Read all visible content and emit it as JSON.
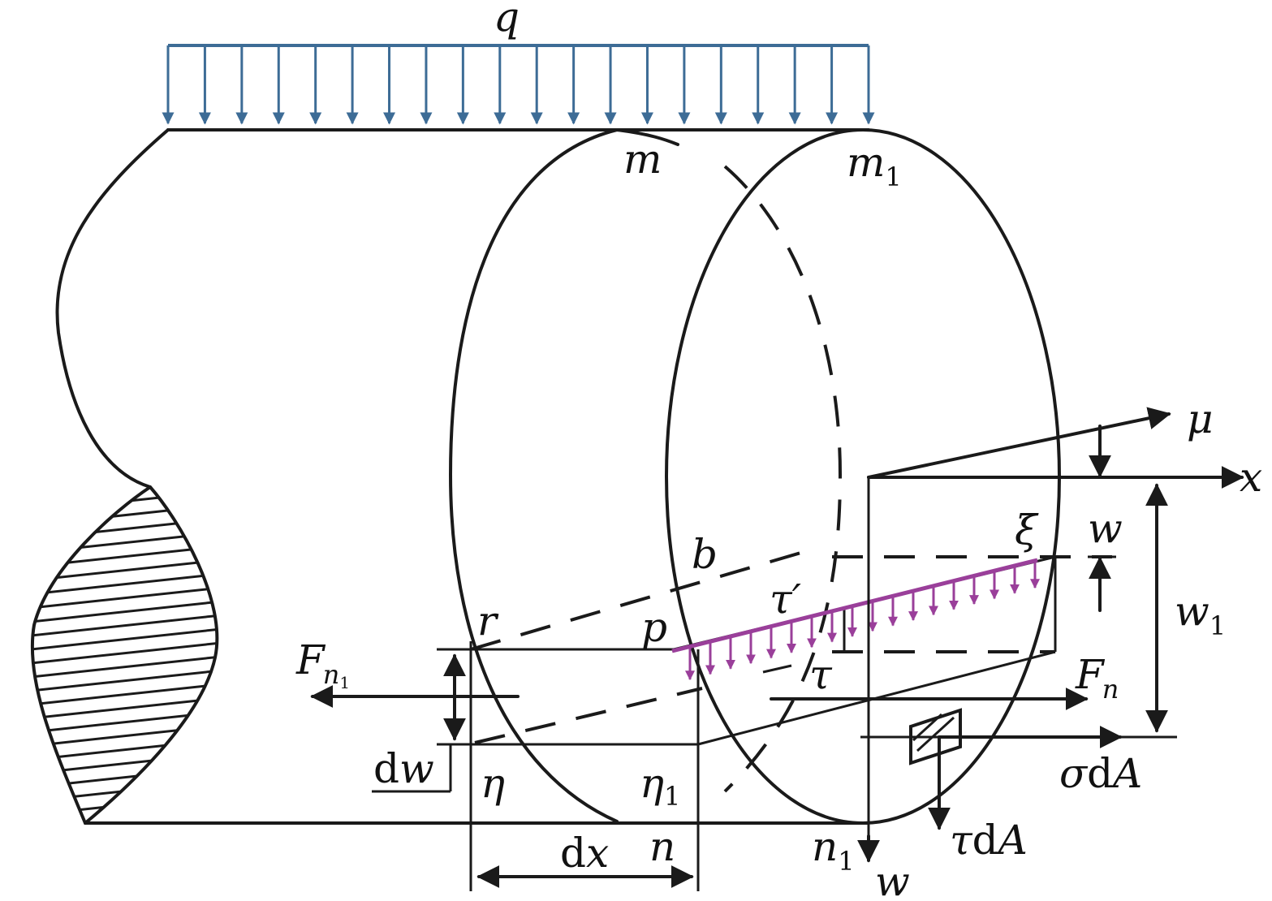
{
  "labels": {
    "q": "q",
    "m": "m",
    "m1_base": "m",
    "m1_sub": "1",
    "mu": "μ",
    "x": "x",
    "xi": "ξ",
    "w_top": "w",
    "b": "b",
    "tau_prime": "τ′",
    "w1_base": "w",
    "w1_sub": "1",
    "r": "r",
    "p": "p",
    "Fn1_base": "F",
    "Fn1_sub": "n",
    "Fn1_subsub": "1",
    "tau": "τ",
    "Fn_base": "F",
    "Fn_sub": "n",
    "dw_d": "d",
    "dw_w": "w",
    "eta": "η",
    "eta1_base": "η",
    "eta1_sub": "1",
    "sigma_dA_s": "σ",
    "sigma_dA_d": "d",
    "sigma_dA_A": "A",
    "tau_dA_t": "τ",
    "tau_dA_d": "d",
    "tau_dA_A": "A",
    "dx_d": "d",
    "dx_x": "x",
    "n": "n",
    "n1_base": "n",
    "n1_sub": "1",
    "w_bottom": "w"
  },
  "colors": {
    "load": "#3d6c96",
    "shear": "#9a3f9a",
    "line": "#1a1a1a"
  }
}
